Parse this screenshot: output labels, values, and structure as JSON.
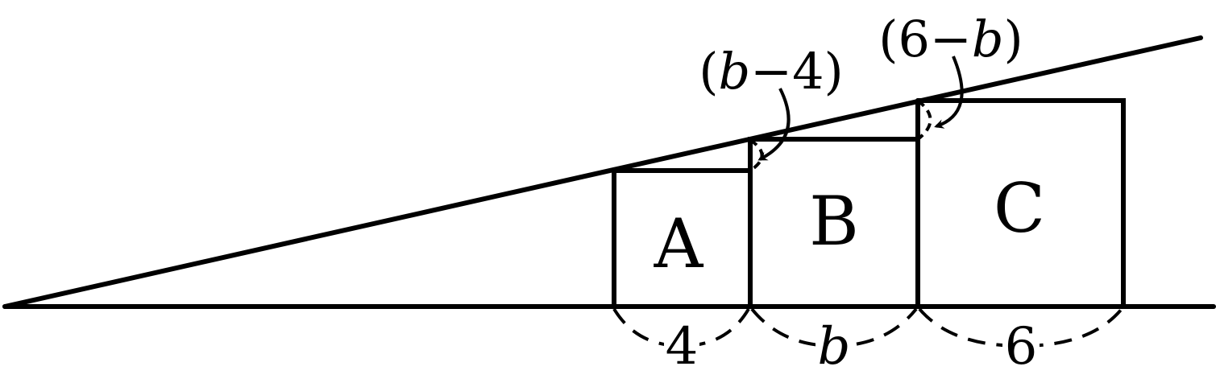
{
  "squares": {
    "a": {
      "label": "A",
      "side": "4"
    },
    "b": {
      "label": "B",
      "side": "b"
    },
    "c": {
      "label": "C",
      "side": "6"
    }
  },
  "annotations": {
    "left": {
      "open": "(",
      "var": "b",
      "op": "−",
      "num": "4",
      "close": ")"
    },
    "right": {
      "open": "(",
      "num": "6",
      "op": "−",
      "var": "b",
      "close": ")"
    }
  }
}
